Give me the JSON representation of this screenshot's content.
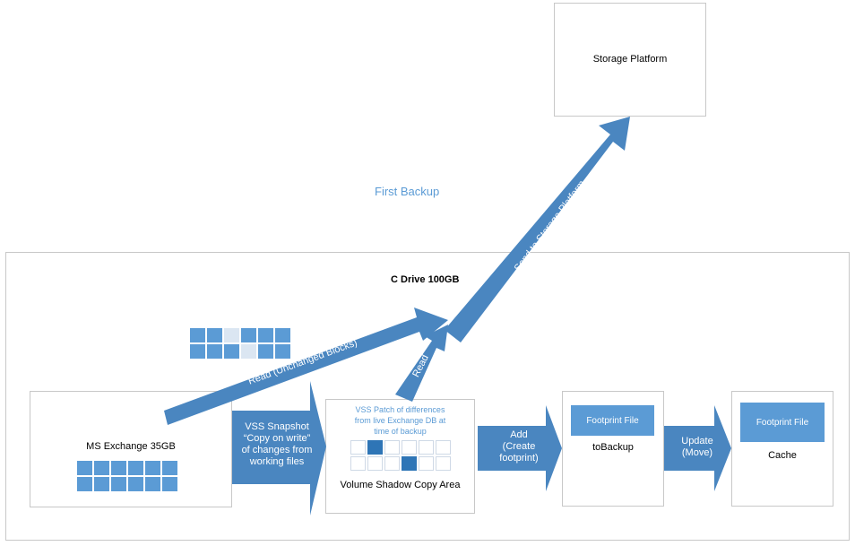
{
  "title": "First Backup",
  "storage_platform": {
    "label": "Storage Platform"
  },
  "c_drive": {
    "label": "C Drive 100GB"
  },
  "ms_exchange": {
    "label": "MS Exchange 35GB"
  },
  "vss_area": {
    "caption": "VSS Patch of differences from live Exchange DB at time of backup",
    "caption_lines": [
      "VSS Patch of differences",
      "from live Exchange DB at",
      "time of backup"
    ],
    "label": "Volume Shadow Copy Area"
  },
  "to_backup": {
    "label": "toBackup",
    "file_label": "Footprint File"
  },
  "cache": {
    "label": "Cache",
    "file_label": "Footprint File"
  },
  "arrows": {
    "read_unchanged": "Read (Unchanged Blocks)",
    "send_to_storage": "Send to Storage Platform",
    "read": "Read",
    "vss_snapshot": [
      "VSS Snapshot",
      "“Copy on write”",
      "of changes from",
      "working files"
    ],
    "add_footprint": [
      "Add",
      "(Create",
      "footprint)"
    ],
    "update_move": [
      "Update",
      "(Move)"
    ]
  },
  "colors": {
    "arrow": "#4a86c0",
    "block": "#5b9bd5",
    "block_light": "#dbe6f2",
    "block_dark": "#2e75b6",
    "title": "#5b9bd5"
  }
}
